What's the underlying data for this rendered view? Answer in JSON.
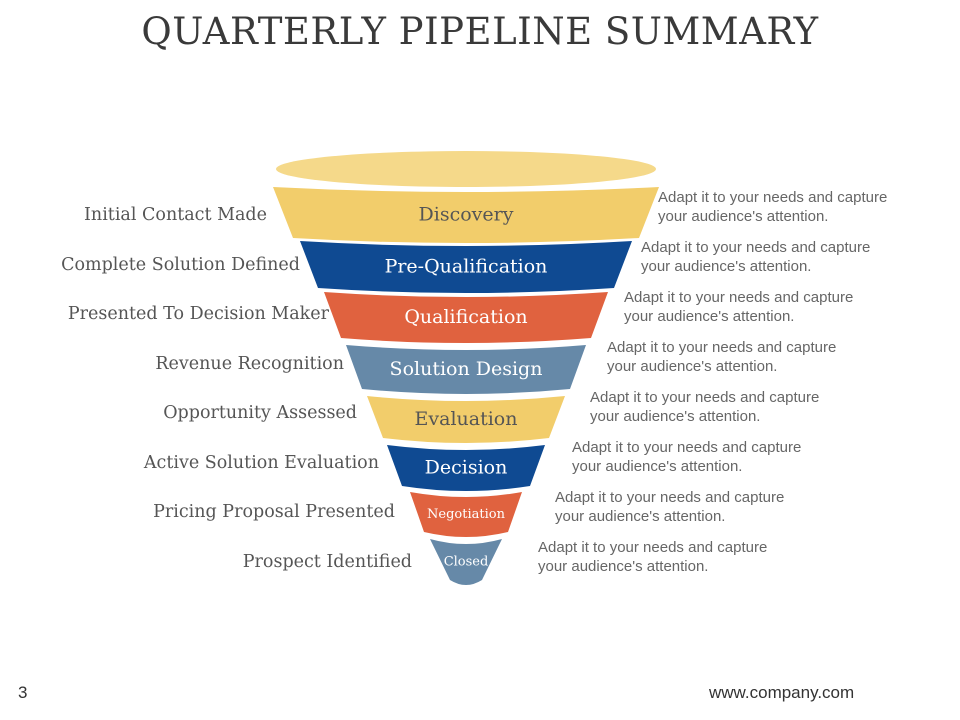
{
  "slide": {
    "title": "QUARTERLY PIPELINE SUMMARY",
    "page_number": "3",
    "footer_url": "www.company.com"
  },
  "colors": {
    "yellow": "#f2cd6b",
    "yellow_top": "#f5d98a",
    "blue": "#0f4a92",
    "orange": "#e0623f",
    "steel": "#6689a8",
    "text_dark": "#3a3a3a",
    "text_gray": "#666666"
  },
  "stages": [
    {
      "label": "Discovery",
      "left_label": "Initial Contact Made",
      "description_line1": "Adapt it to your needs and capture",
      "description_line2": "your audience's attention.",
      "color": "#f2cd6b",
      "text_color": "#555555"
    },
    {
      "label": "Pre-Qualification",
      "left_label": "Complete Solution Defined",
      "description_line1": "Adapt it to your needs and capture",
      "description_line2": "your audience's attention.",
      "color": "#0f4a92",
      "text_color": "#ffffff"
    },
    {
      "label": "Qualification",
      "left_label": "Presented To Decision Maker",
      "description_line1": "Adapt it to your needs and capture",
      "description_line2": "your audience's attention.",
      "color": "#e0623f",
      "text_color": "#ffffff"
    },
    {
      "label": "Solution Design",
      "left_label": "Revenue Recognition",
      "description_line1": "Adapt it to your needs and capture",
      "description_line2": "your audience's attention.",
      "color": "#6689a8",
      "text_color": "#ffffff"
    },
    {
      "label": "Evaluation",
      "left_label": "Opportunity Assessed",
      "description_line1": "Adapt it to your needs and capture",
      "description_line2": "your audience's attention.",
      "color": "#f2cd6b",
      "text_color": "#555555"
    },
    {
      "label": "Decision",
      "left_label": "Active Solution Evaluation",
      "description_line1": "Adapt it to your needs and capture",
      "description_line2": "your audience's attention.",
      "color": "#0f4a92",
      "text_color": "#ffffff"
    },
    {
      "label": "Negotiation",
      "left_label": "Pricing Proposal Presented",
      "description_line1": "Adapt it to your needs and capture",
      "description_line2": "your audience's attention.",
      "color": "#e0623f",
      "text_color": "#ffffff"
    },
    {
      "label": "Closed",
      "left_label": "Prospect Identified",
      "description_line1": "Adapt it to your needs and capture",
      "description_line2": "your audience's attention.",
      "color": "#6689a8",
      "text_color": "#ffffff"
    }
  ]
}
